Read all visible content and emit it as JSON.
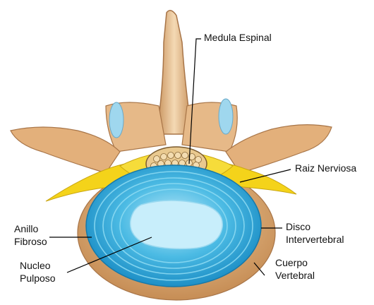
{
  "labels": {
    "spinal_cord": "Medula Espinal",
    "nerve_root": "Raiz Nerviosa",
    "annulus_1": "Anillo",
    "annulus_2": "Fibroso",
    "disc_1": "Disco",
    "disc_2": "Intervertebral",
    "nucleus_1": "Nucleo",
    "nucleus_2": "Pulposo",
    "body_1": "Cuerpo",
    "body_2": "Vertebral"
  },
  "colors": {
    "bone": "#e4b483",
    "bone_dark": "#b9834f",
    "bone_light": "#f3d6b1",
    "nerve": "#f3d31a",
    "annulus": "#2fa6d9",
    "annulus_ring": "#7ed3ef",
    "nucleus": "#c6ecfa",
    "cord_fill": "#e9c98f",
    "leader": "#000000"
  }
}
